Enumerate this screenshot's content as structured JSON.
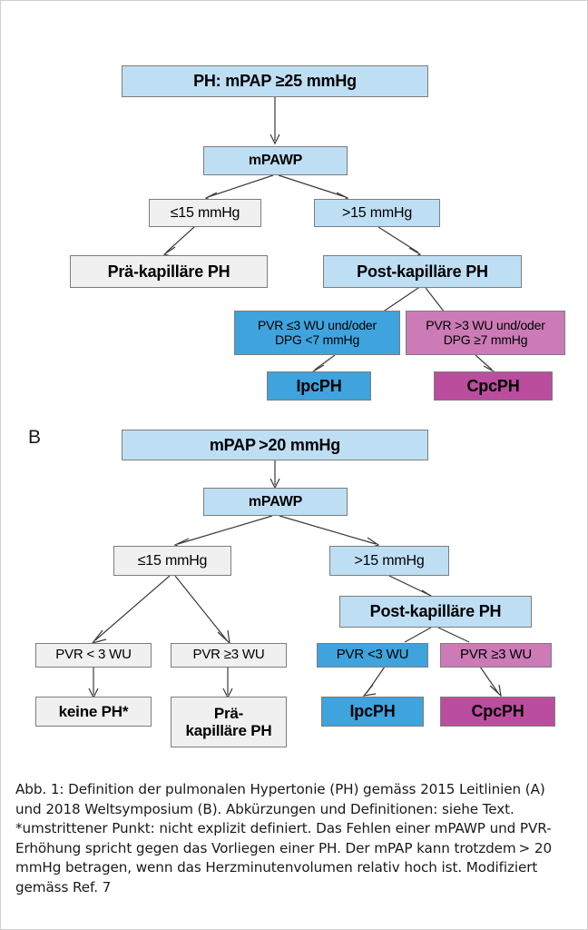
{
  "figure": {
    "panel_a": {
      "letter": "",
      "nodes": {
        "root": "PH: mPAP ≥25 mmHg",
        "mpawp": "mPAWP",
        "wedge_low": "≤15 mmHg",
        "wedge_high": ">15 mmHg",
        "pre_cap": "Prä-kapilläre PH",
        "post_cap": "Post-kapilläre PH",
        "crit_ipc_line1": "PVR ≤3 WU und/oder",
        "crit_ipc_line2": "DPG <7 mmHg",
        "crit_cpc_line1": "PVR >3 WU und/oder",
        "crit_cpc_line2": "DPG ≥7 mmHg",
        "ipcph": "IpcPH",
        "cpcph": "CpcPH"
      }
    },
    "panel_b": {
      "letter": "B",
      "nodes": {
        "root": "mPAP >20 mmHg",
        "mpawp": "mPAWP",
        "wedge_low": "≤15 mmHg",
        "wedge_high": ">15 mmHg",
        "pvr_low": "PVR < 3 WU",
        "pvr_high": "PVR ≥3 WU",
        "no_ph": "keine PH*",
        "pre_cap_line1": "Prä-",
        "pre_cap_line2": "kapilläre PH",
        "post_cap": "Post-kapilläre PH",
        "pvr_low_post": "PVR <3 WU",
        "pvr_high_post": "PVR ≥3 WU",
        "ipcph": "IpcPH",
        "cpcph": "CpcPH"
      }
    },
    "colors": {
      "light_blue": "#bedef4",
      "medium_blue": "#3fa3dd",
      "magenta": "#bb4d9e",
      "light_magenta": "#cc7bb6",
      "gray": "#f0f0f0",
      "border": "#7d7d7d",
      "edge": "#3a3a3a"
    }
  },
  "caption": {
    "line1": "Abb. 1: Definition der pulmonalen Hypertonie (PH) gemäss 2015 Leitlinien (A)",
    "line2": "und 2018 Weltsymposium (B). Abkürzungen und Definitionen: siehe Text.",
    "line3": "*umstrittener Punkt: nicht explizit definiert. Das Fehlen einer mPAWP und PVR-",
    "line4": "Erhöhung spricht gegen das Vorliegen einer PH. Der mPAP kann trotzdem > 20",
    "line5": "mmHg betragen, wenn das Herzminutenvolumen relativ hoch ist. Modifiziert",
    "line6": "gemäss Ref. 7"
  }
}
